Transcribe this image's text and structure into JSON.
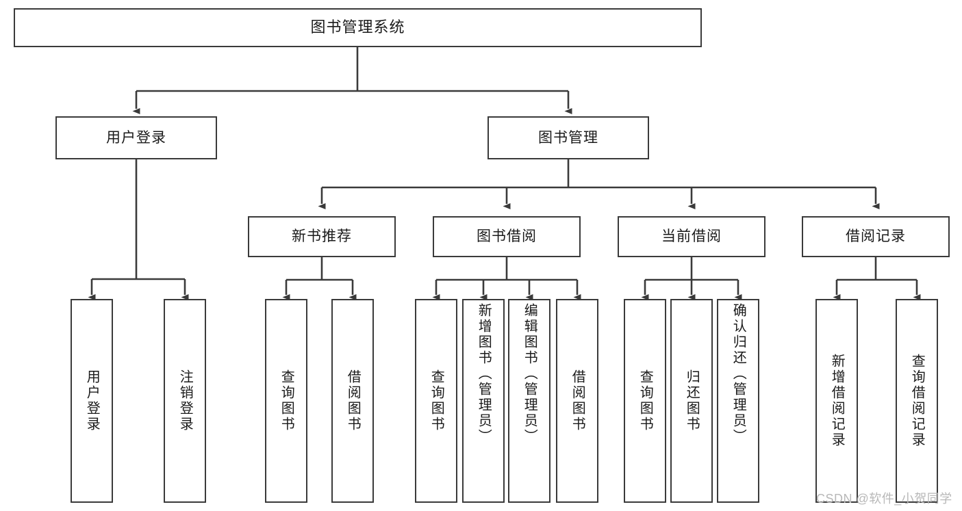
{
  "diagram": {
    "title": "图书管理系统",
    "type": "hierarchy-tree",
    "root": {
      "id": "root",
      "label": "图书管理系统"
    },
    "level2": [
      {
        "id": "user-login",
        "label": "用户登录"
      },
      {
        "id": "book-management",
        "label": "图书管理"
      }
    ],
    "level3": [
      {
        "id": "new-book-recommend",
        "label": "新书推荐"
      },
      {
        "id": "book-borrow",
        "label": "图书借阅"
      },
      {
        "id": "current-borrow",
        "label": "当前借阅"
      },
      {
        "id": "borrow-record",
        "label": "借阅记录"
      }
    ],
    "leaves": {
      "user_login": [
        {
          "id": "leaf-user-login",
          "label": "用户登录"
        },
        {
          "id": "leaf-user-logout",
          "label": "注销登录"
        }
      ],
      "new_book_recommend": [
        {
          "id": "leaf-query-book-1",
          "label": "查询图书"
        },
        {
          "id": "leaf-borrow-book-1",
          "label": "借阅图书"
        }
      ],
      "book_borrow": [
        {
          "id": "leaf-query-book-2",
          "label": "查询图书"
        },
        {
          "id": "leaf-add-book",
          "label": "新增图书（管理员）"
        },
        {
          "id": "leaf-edit-book",
          "label": "编辑图书（管理员）"
        },
        {
          "id": "leaf-borrow-book-2",
          "label": "借阅图书"
        }
      ],
      "current_borrow": [
        {
          "id": "leaf-query-book-3",
          "label": "查询图书"
        },
        {
          "id": "leaf-return-book",
          "label": "归还图书"
        },
        {
          "id": "leaf-confirm-return",
          "label": "确认归还（管理员）"
        }
      ],
      "borrow_record": [
        {
          "id": "leaf-add-record",
          "label": "新增借阅记录"
        },
        {
          "id": "leaf-query-record",
          "label": "查询借阅记录"
        }
      ]
    }
  },
  "watermark": {
    "text": "CSDN @软件_小贺同学"
  },
  "colors": {
    "stroke": "#3a3a3a",
    "fill": "#ffffff",
    "text": "#1a1a1a",
    "watermark": "#b8b8b8"
  }
}
